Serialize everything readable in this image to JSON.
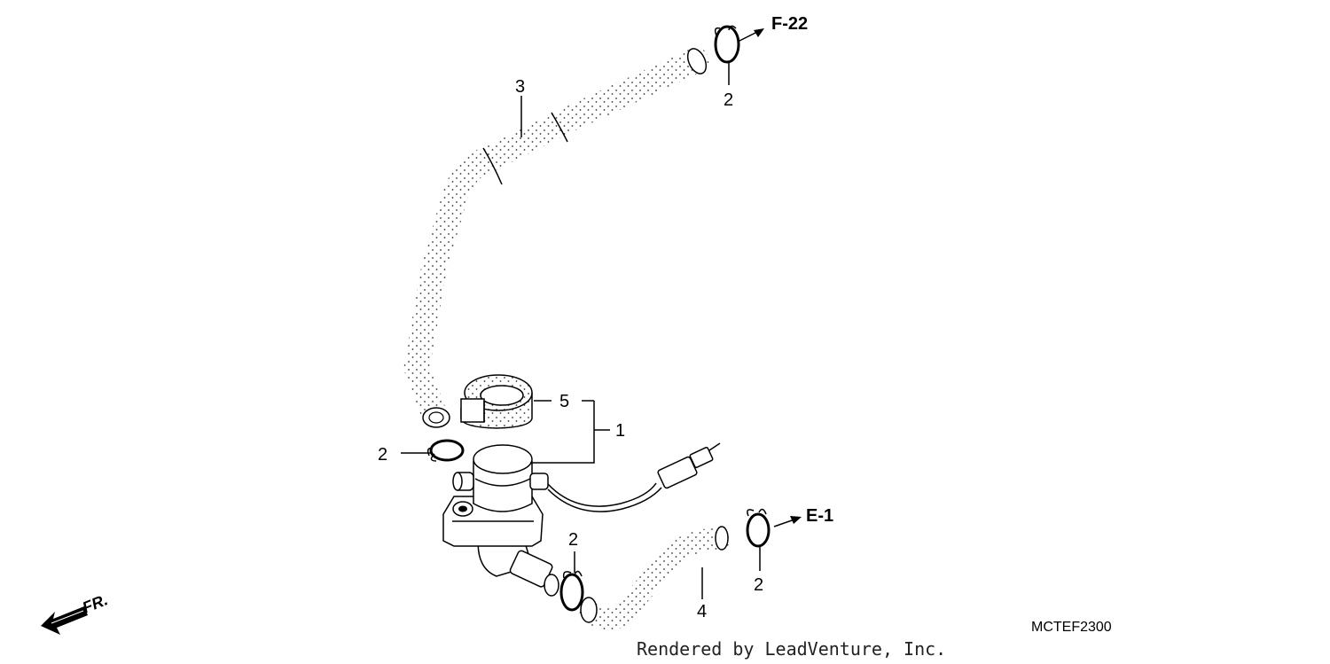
{
  "diagram": {
    "callouts": {
      "c3": "3",
      "c2_top": "2",
      "c5": "5",
      "c1": "1",
      "c2_left": "2",
      "c2_mid": "2",
      "c2_right": "2",
      "c4": "4"
    },
    "references": {
      "top": "F-22",
      "right": "E-1"
    },
    "part_code": "MCTEF2300",
    "credit": "Rendered by LeadVenture, Inc.",
    "front_label": "FR."
  },
  "colors": {
    "line": "#000000",
    "background": "#ffffff"
  }
}
